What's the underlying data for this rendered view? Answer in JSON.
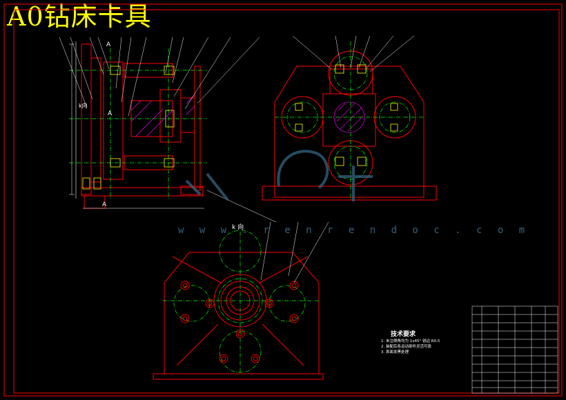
{
  "title": "A0钻床卡具",
  "watermark": "w w w . r e n r e n d o c . c o m",
  "view_labels": {
    "section_a_top": "A",
    "section_a_mid": "A",
    "section_a_bottom": "A",
    "side_view": "k向",
    "bottom_view": "k 向"
  },
  "tech_requirements": {
    "title": "技术要求",
    "lines": [
      "1. 未注倒角均为 1x45°  锐边 R0.5",
      "2. 装配后各运动部件灵活可靠",
      "3. 表面发黑处理"
    ]
  },
  "colors": {
    "frame": "#ff0000",
    "center": "#00ff00",
    "part": "#ff0000",
    "note": "#ffffff",
    "title": "#ffff00",
    "hatch": "#ff00ff"
  }
}
